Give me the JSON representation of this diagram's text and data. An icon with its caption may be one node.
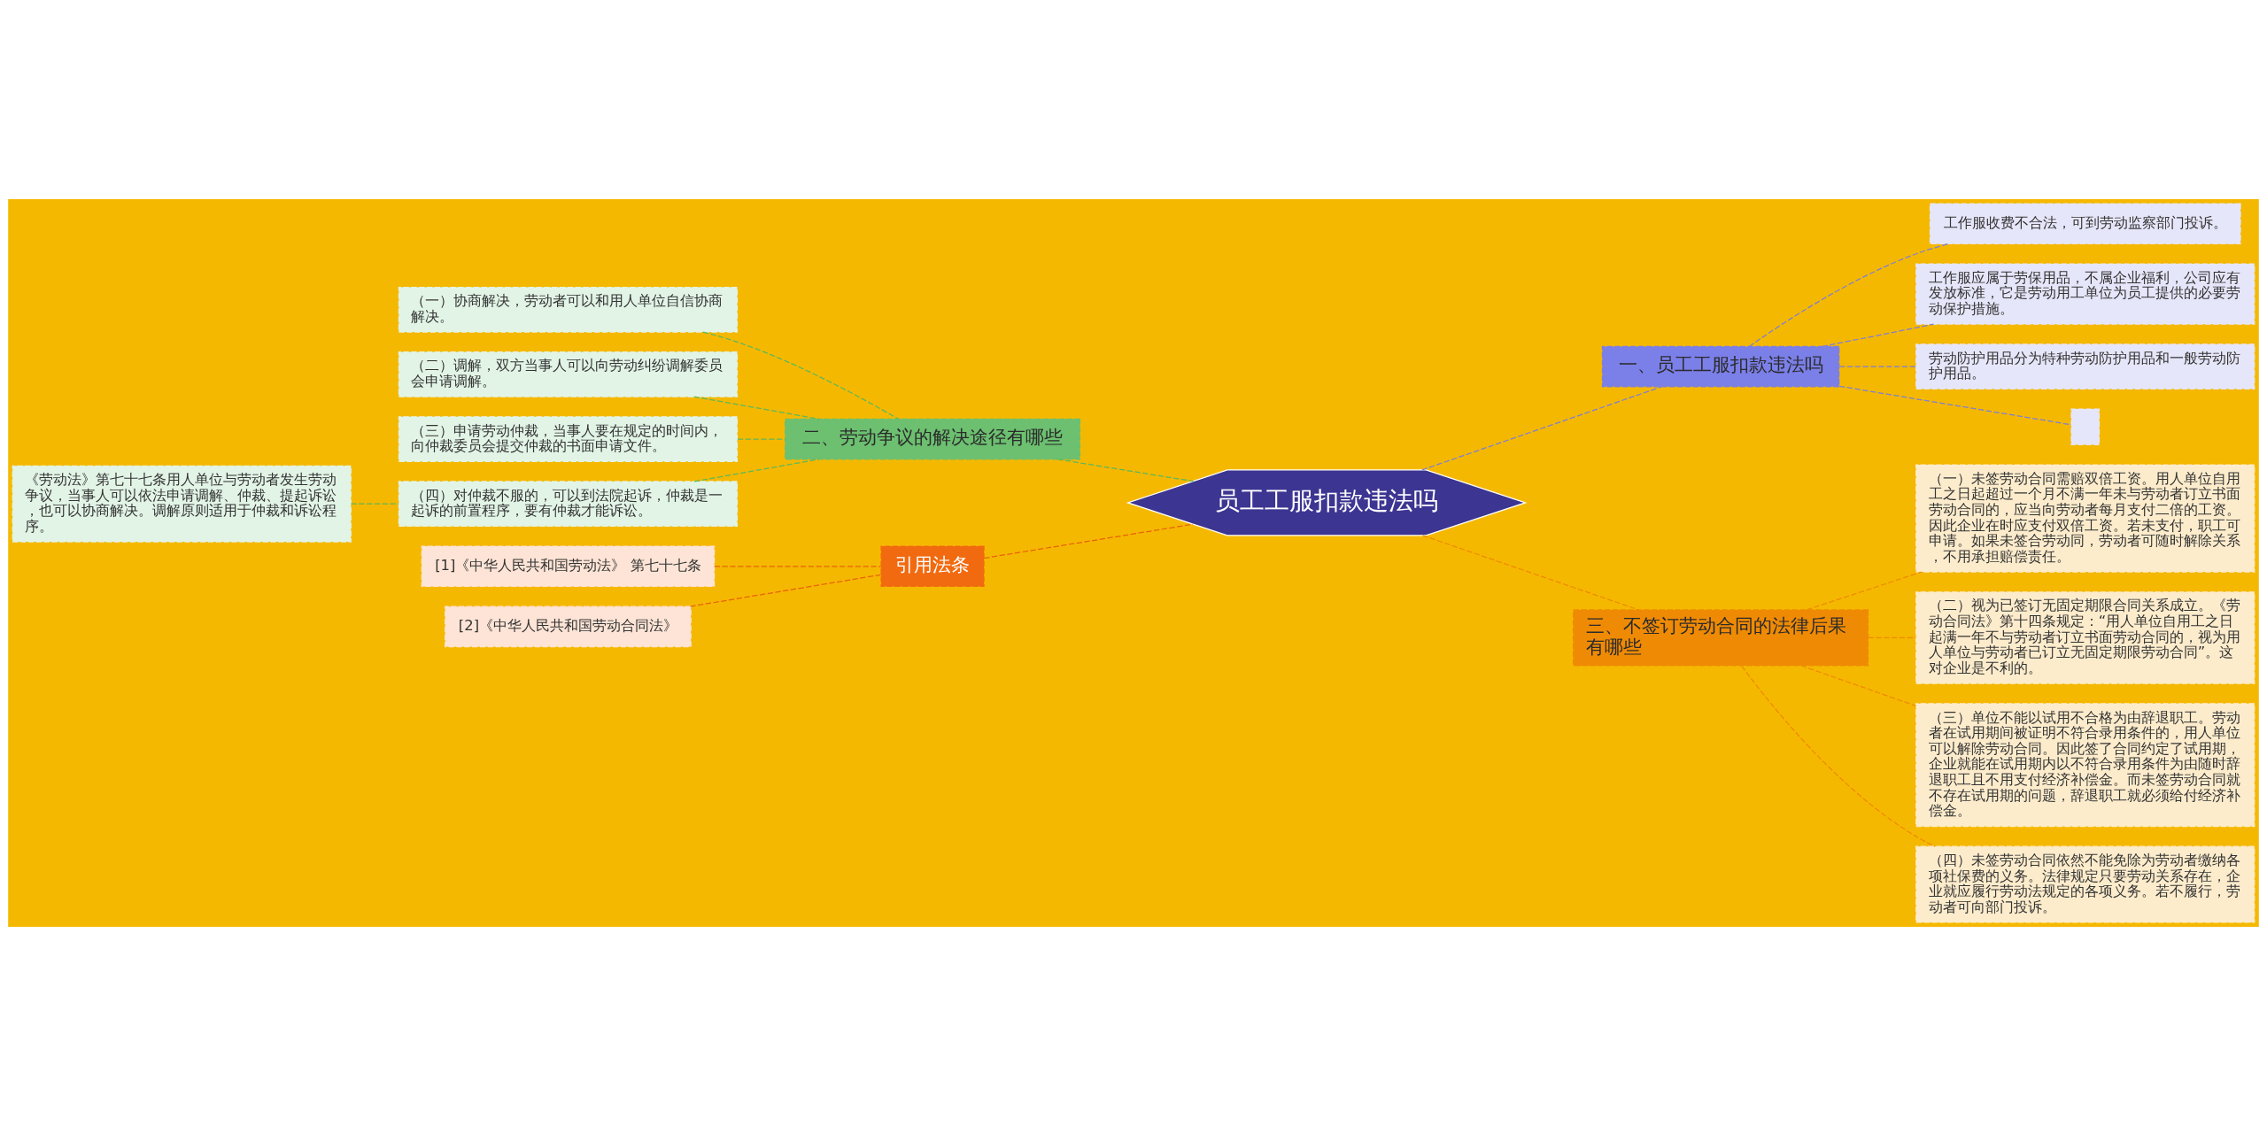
{
  "diagram": {
    "nodes": [
      {
        "text": [
          "员工工服扣款违法吗"
        ]
      },
      {
        "text": [
          "一、员工工服扣款违法吗"
        ]
      },
      {
        "text": [
          "工作服收费不合法，可到劳动监察部门投诉。"
        ]
      },
      {
        "text": [
          "工作服应属于劳保用品，不属企业福利，公司应有发放标准，它是劳动用工单位为员工提供的必要劳动保护措施。"
        ]
      },
      {
        "text": [
          "劳动防护用品分为特种劳动防护用品和一般劳动防护用品。"
        ]
      },
      {
        "text": [],
        "shape": "box"
      },
      {
        "text": [
          "二、劳动争议的解决途径有哪些"
        ]
      },
      {
        "text": [
          "（一）协商解决，劳动者可以和用人单位自信协商解决。"
        ]
      },
      {
        "text": [
          "（二）调解，双方当事人可以向劳动纠纷调解委员会申请调解。"
        ]
      },
      {
        "text": [
          "（三）申请劳动仲裁，当事人要在规定的时间内，向仲裁委员会提交仲裁的书面申请文件。"
        ]
      },
      {
        "text": [
          "（四）对仲裁不服的，可以到法院起诉，仲裁是一起诉的前置程序，要有仲裁才能诉讼。"
        ]
      },
      {
        "text": [
          "《劳动法》第七十七条用人单位与劳动者发生劳动争议，当事人可以依法申请调解、仲裁、提起诉讼，也可以协商解决。调解原则适用于仲裁和诉讼程序。"
        ]
      },
      {
        "text": [
          "引用法条"
        ]
      },
      {
        "text": [
          "[1]《中华人民共和国劳动法》 第七十七条"
        ]
      },
      {
        "text": [
          "[2]《中华人民共和国劳动合同法》"
        ]
      },
      {
        "text": [
          "三、不签订劳动合同的法律后果有哪些"
        ]
      },
      {
        "text": [
          "（一）未签劳动合同需赔双倍工资。用人单位自用工之日起超过一个月不满一年未与劳动者订立书面劳动合同的，应当向劳动者每月支付二倍的工资。因此企业在时应支付双倍工资。若未支付，职工可申请。如果未签合劳动同，劳动者可随时解除关系，不用承担赔偿责任。"
        ]
      },
      {
        "text": [
          "（二）视为已签订无固定期限合同关系成立。《劳动合同法》第十四条规定：“用人单位自用工之日起满一年不与劳动者订立书面劳动合同的，视为用人单位与劳动者已订立无固定期限劳动合同”。这对企业是不利的。"
        ]
      },
      {
        "text": [
          "（三）单位不能以试用不合格为由辞退职工。劳动者在试用期间被证明不符合录用条件的，用人单位可以解除劳动合同。因此签了合同约定了试用期，企业就能在试用期内以不符合录用条件为由随时辞退职工且不用支付经济补偿金。而未签劳动合同就不存在试用期的问题，辞退职工就必须给付经济补偿金。"
        ]
      },
      {
        "text": [
          "（四）未签劳动合同依然不能免除为劳动者缴纳各项社保费的义务。法律规定只要劳动关系存在，企业就应履行劳动法规定的各项义务。若不履行，劳动者可向部门投诉。"
        ]
      }
    ],
    "edges": [
      {
        "from": 0,
        "to": 1,
        "arrow": "none",
        "style": "dashed",
        "color": "#7b7fd8"
      },
      {
        "from": 1,
        "to": 2,
        "arrow": "none",
        "style": "dashed",
        "color": "#7b7fd8"
      },
      {
        "from": 1,
        "to": 3,
        "arrow": "none",
        "style": "dashed",
        "color": "#7b7fd8"
      },
      {
        "from": 1,
        "to": 4,
        "arrow": "none",
        "style": "dashed",
        "color": "#7b7fd8"
      },
      {
        "from": 1,
        "to": 5,
        "arrow": "none",
        "style": "dashed",
        "color": "#7b7fd8"
      },
      {
        "from": 0,
        "to": 6,
        "arrow": "none",
        "style": "dashed",
        "color": "#5cb85c"
      },
      {
        "from": 6,
        "to": 7,
        "arrow": "none",
        "style": "dashed",
        "color": "#5cb85c"
      },
      {
        "from": 6,
        "to": 8,
        "arrow": "none",
        "style": "dashed",
        "color": "#5cb85c"
      },
      {
        "from": 6,
        "to": 9,
        "arrow": "none",
        "style": "dashed",
        "color": "#5cb85c"
      },
      {
        "from": 6,
        "to": 10,
        "arrow": "none",
        "style": "dashed",
        "color": "#5cb85c"
      },
      {
        "from": 10,
        "to": 11,
        "arrow": "none",
        "style": "dashed",
        "color": "#5cb85c"
      },
      {
        "from": 0,
        "to": 12,
        "arrow": "none",
        "style": "dashed",
        "color": "#e8620c"
      },
      {
        "from": 12,
        "to": 13,
        "arrow": "none",
        "style": "dashed",
        "color": "#e8620c"
      },
      {
        "from": 12,
        "to": 14,
        "arrow": "none",
        "style": "dashed",
        "color": "#e8620c"
      },
      {
        "from": 0,
        "to": 15,
        "arrow": "none",
        "style": "dashed",
        "color": "#ee8a00"
      },
      {
        "from": 15,
        "to": 16,
        "arrow": "none",
        "style": "dashed",
        "color": "#ee8a00"
      },
      {
        "from": 15,
        "to": 17,
        "arrow": "none",
        "style": "dashed",
        "color": "#ee8a00"
      },
      {
        "from": 15,
        "to": 18,
        "arrow": "none",
        "style": "dashed",
        "color": "#ee8a00"
      },
      {
        "from": 15,
        "to": 19,
        "arrow": "none",
        "style": "dashed",
        "color": "#ee8a00"
      }
    ]
  }
}
